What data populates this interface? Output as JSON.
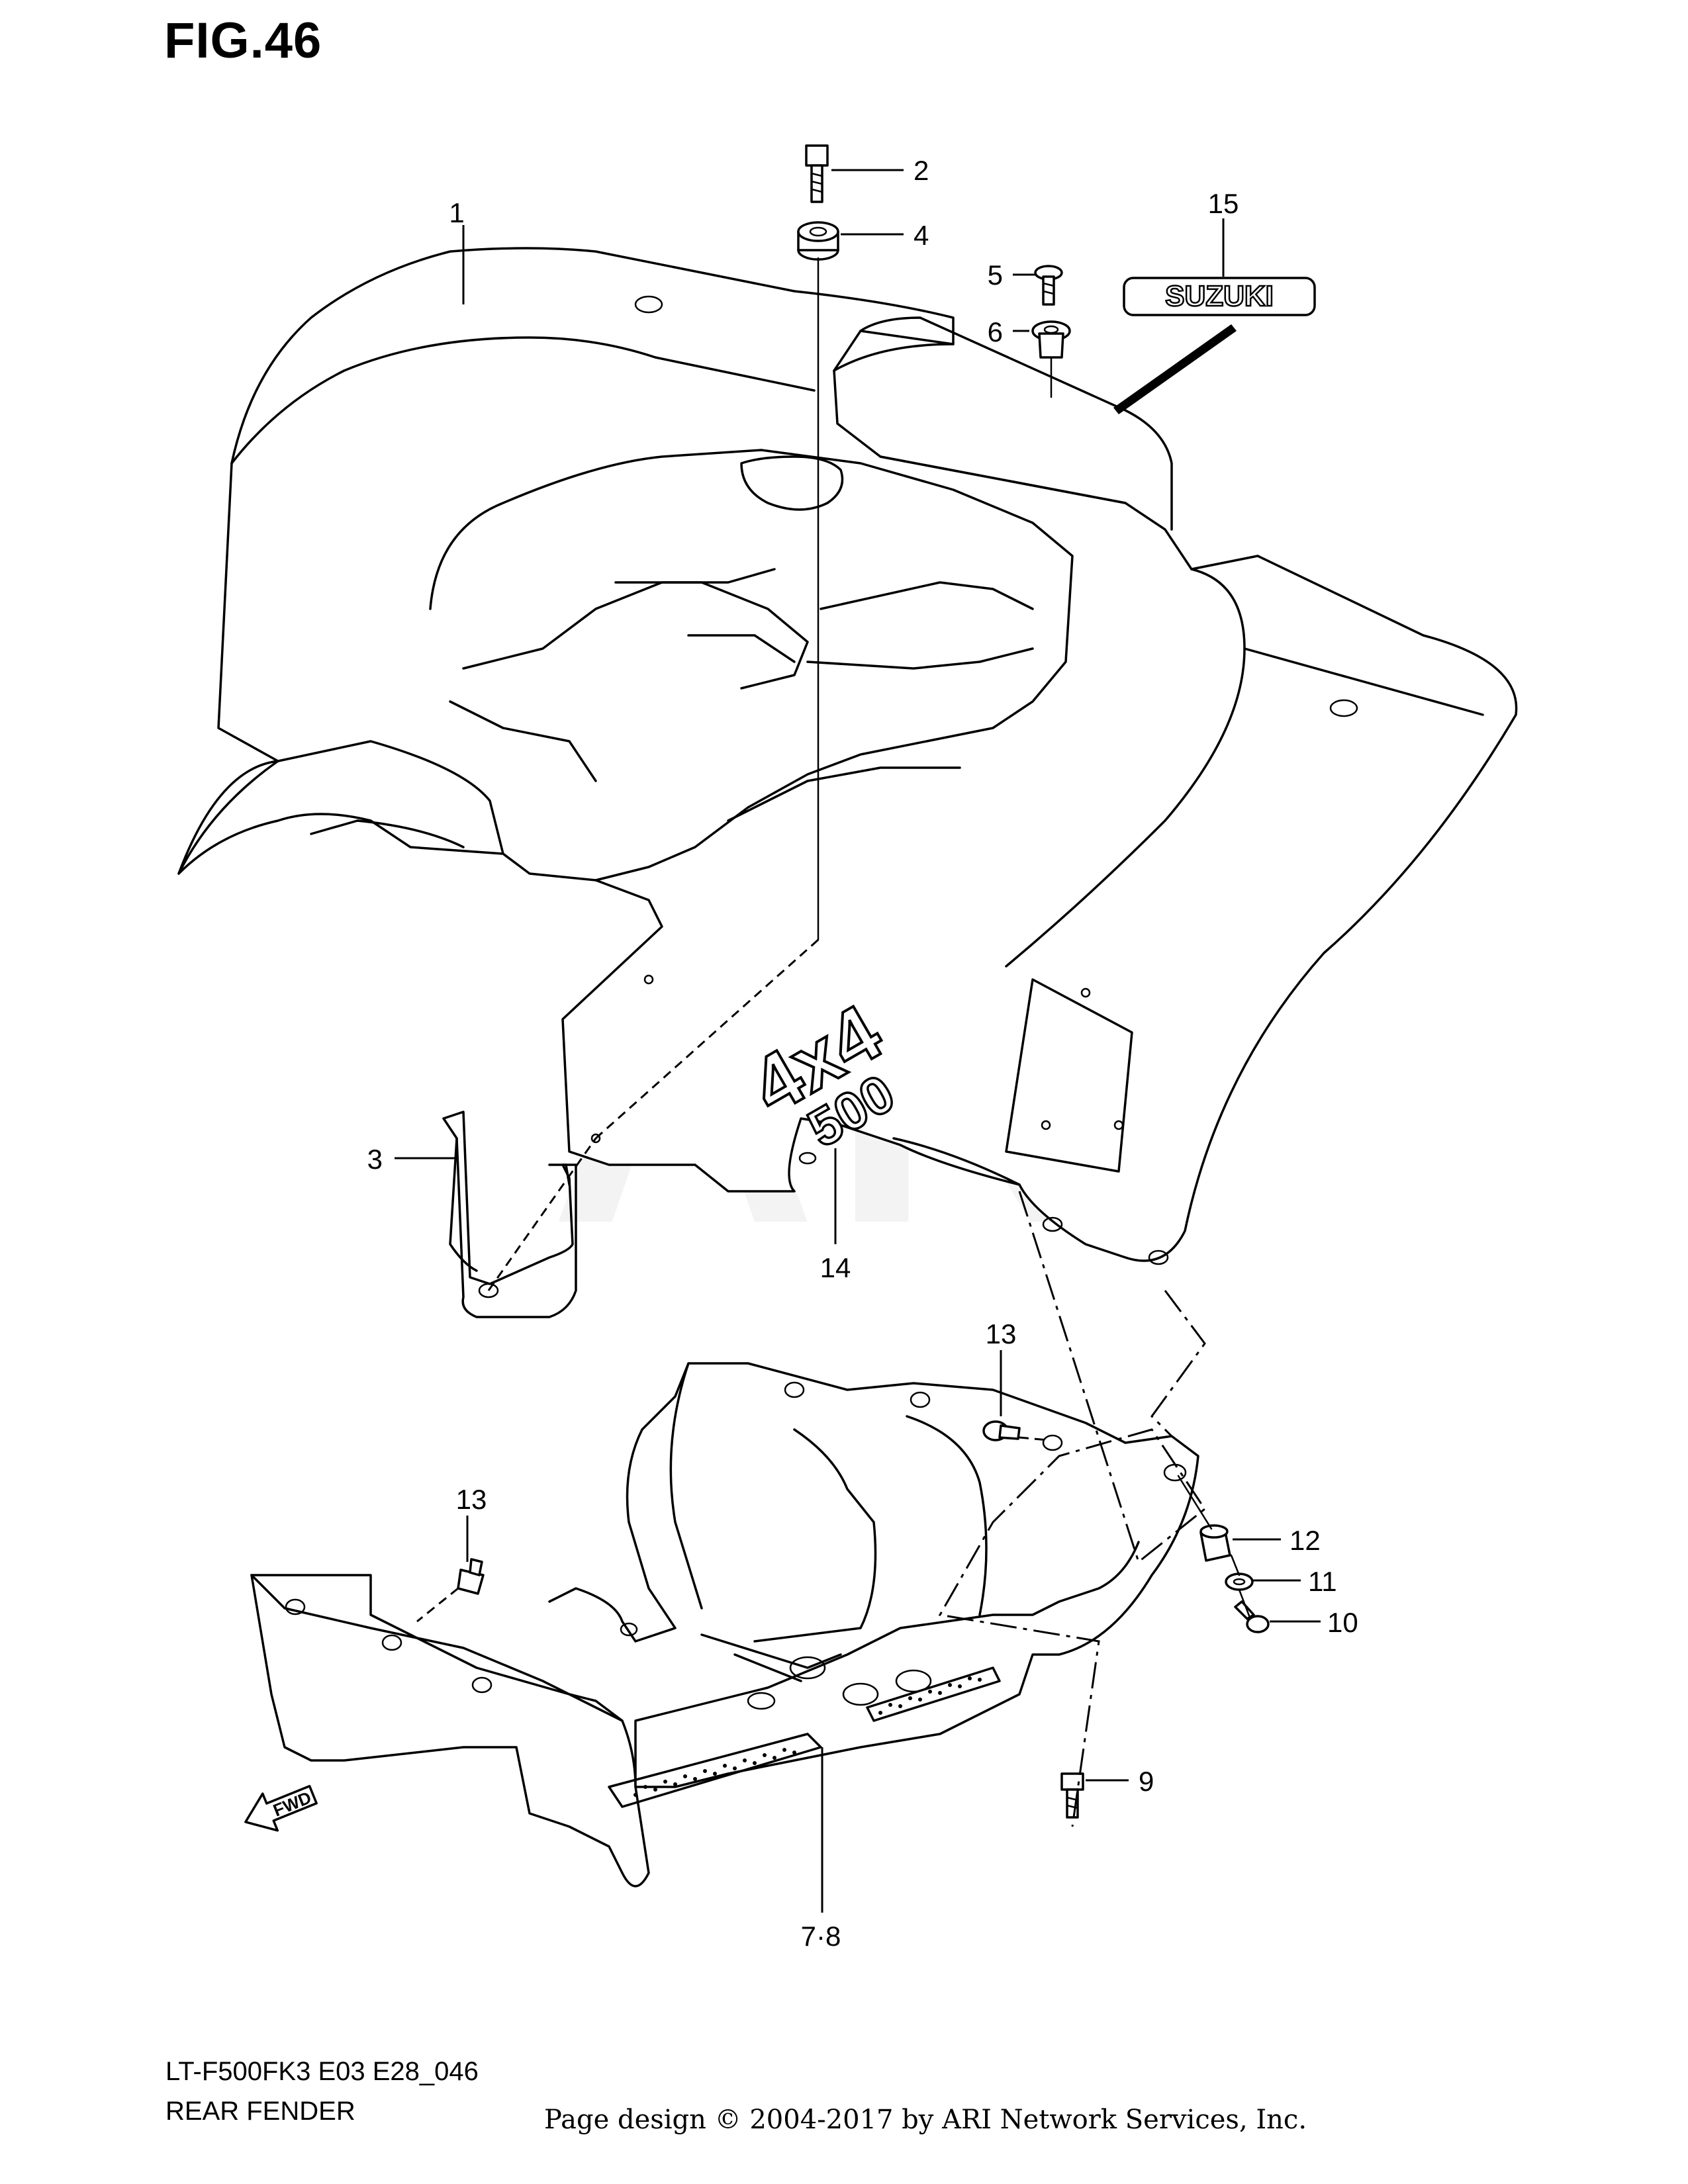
{
  "figure": {
    "title": "FIG.46",
    "model_code": "LT-F500FK3 E03 E28_046",
    "section_name": "REAR FENDER",
    "copyright": "Page design © 2004-2017 by ARI Network Services, Inc.",
    "watermark": "ARI"
  },
  "callouts": [
    {
      "id": "1",
      "label": "1"
    },
    {
      "id": "2",
      "label": "2"
    },
    {
      "id": "3",
      "label": "3"
    },
    {
      "id": "4",
      "label": "4"
    },
    {
      "id": "5",
      "label": "5"
    },
    {
      "id": "6",
      "label": "6"
    },
    {
      "id": "7",
      "label": "7·8"
    },
    {
      "id": "9",
      "label": "9"
    },
    {
      "id": "10",
      "label": "10"
    },
    {
      "id": "11",
      "label": "11"
    },
    {
      "id": "12",
      "label": "12"
    },
    {
      "id": "13a",
      "label": "13"
    },
    {
      "id": "13b",
      "label": "13"
    },
    {
      "id": "14",
      "label": "14"
    },
    {
      "id": "15",
      "label": "15"
    }
  ],
  "decals": {
    "brand": "SUZUKI",
    "badge_top": "4x4",
    "badge_bottom": "500",
    "direction_arrow": "FWD"
  }
}
